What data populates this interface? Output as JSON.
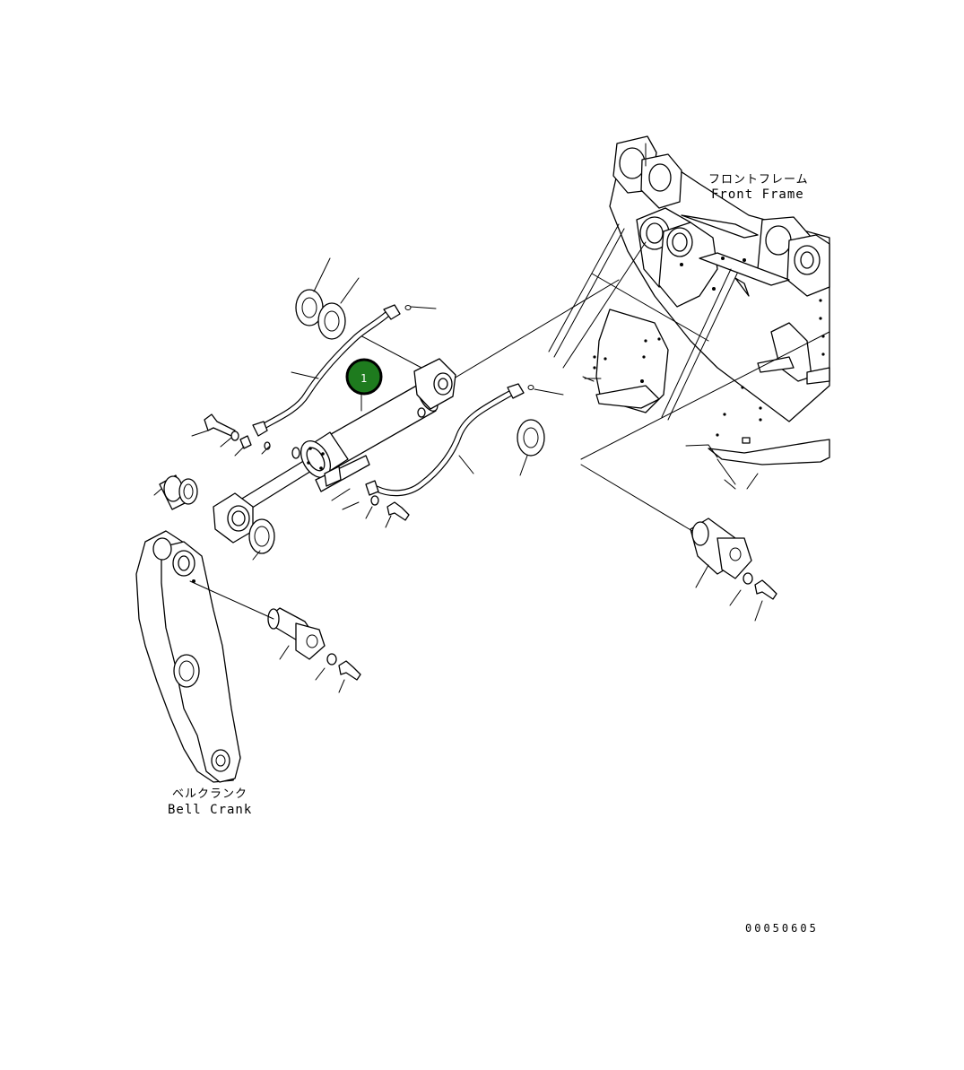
{
  "labels": {
    "front_frame_jp": "フロントフレーム",
    "front_frame_en": "Front Frame",
    "bell_crank_jp": "ベルクランク",
    "bell_crank_en": "Bell Crank",
    "figure_code": "00050605"
  },
  "callout": {
    "number": "1",
    "fill": "#1e7b1e",
    "ring": "#000000"
  }
}
